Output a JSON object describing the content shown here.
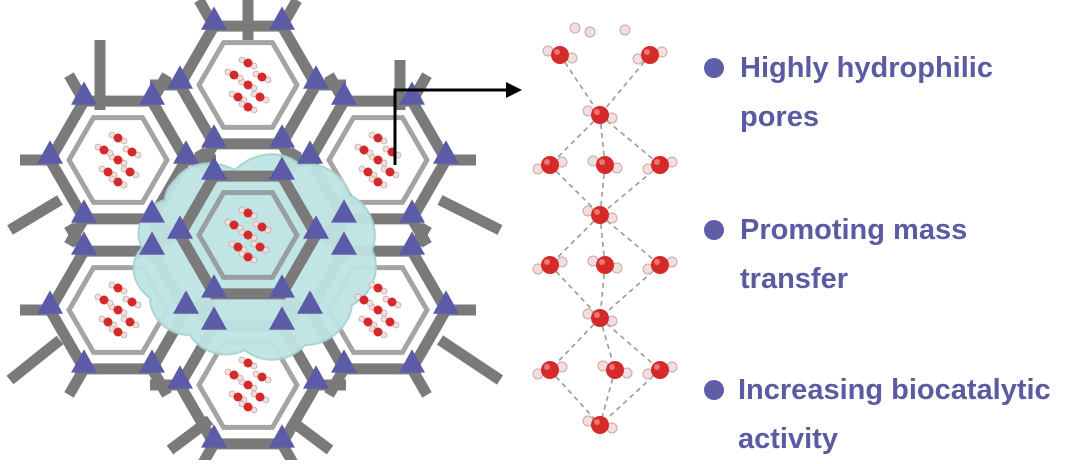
{
  "bullets": [
    {
      "lines": [
        "Highly hydrophilic",
        "pores"
      ]
    },
    {
      "lines": [
        "Promoting mass",
        "transfer"
      ]
    },
    {
      "lines": [
        "Increasing biocatalytic",
        "activity"
      ]
    }
  ],
  "colors": {
    "framework": "#7a7a7a",
    "linker_node": "#5b5ba8",
    "enzyme": "#bfe3e3",
    "oxygen": "#d42a2a",
    "hydrogen": "#f2dede",
    "bond": "#9a9a9a",
    "text": "#5b5ba2"
  }
}
